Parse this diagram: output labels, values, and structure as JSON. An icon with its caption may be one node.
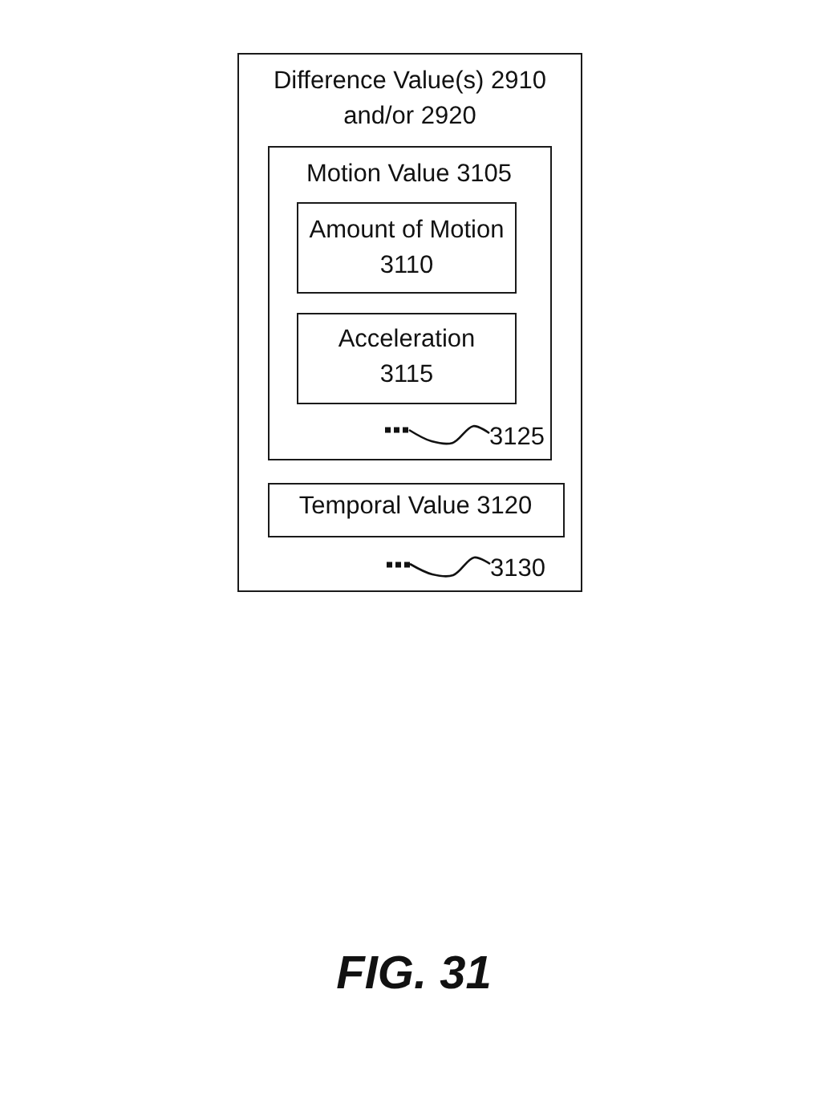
{
  "diagram": {
    "caption": "FIG. 31",
    "nodes": [
      {
        "text": [
          "Difference Value(s) 2910 and/or 2920"
        ]
      },
      {
        "text": [
          "Motion Value 3105"
        ],
        "in": 0
      },
      {
        "text": [
          "Amount of Motion 3110"
        ],
        "in": 1
      },
      {
        "text": [
          "Acceleration 3115"
        ],
        "in": 1
      },
      {
        "text": [],
        "shape": "dots",
        "in": 1
      },
      {
        "text": [
          "3125"
        ],
        "in": 1
      },
      {
        "text": [
          "Temporal Value 3120"
        ],
        "in": 0
      },
      {
        "text": [],
        "shape": "dots",
        "in": 0
      },
      {
        "text": [
          "3130"
        ],
        "in": 0
      }
    ],
    "edges": [
      {
        "from": 5,
        "to": 4,
        "arrow": "none"
      },
      {
        "from": 8,
        "to": 7,
        "arrow": "none"
      }
    ]
  }
}
